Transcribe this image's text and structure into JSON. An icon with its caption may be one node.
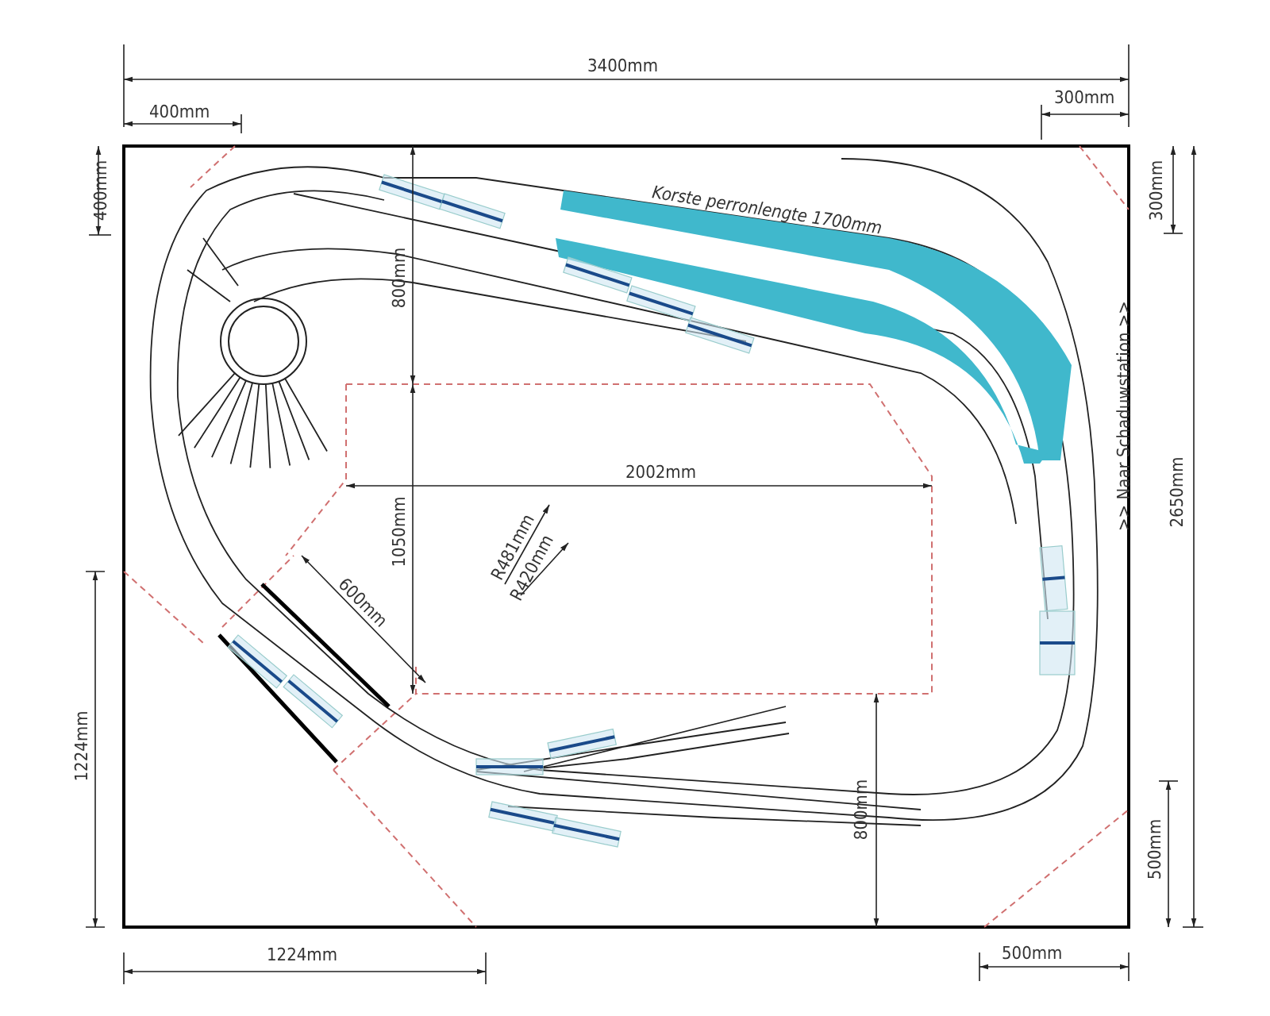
{
  "diagram": {
    "labels": [
      "3400mm",
      "400mm",
      "300mm",
      "400mm",
      "Korste perronlengte 1700mm",
      "300mm",
      "800mm",
      ">> Naar Schaduwstation >>",
      "2002mm",
      "2650mm",
      "1050mm",
      "R481mm",
      "R420mm",
      "600mm",
      "1224mm",
      "800mm",
      "500mm",
      "1224mm",
      "500mm"
    ]
  }
}
